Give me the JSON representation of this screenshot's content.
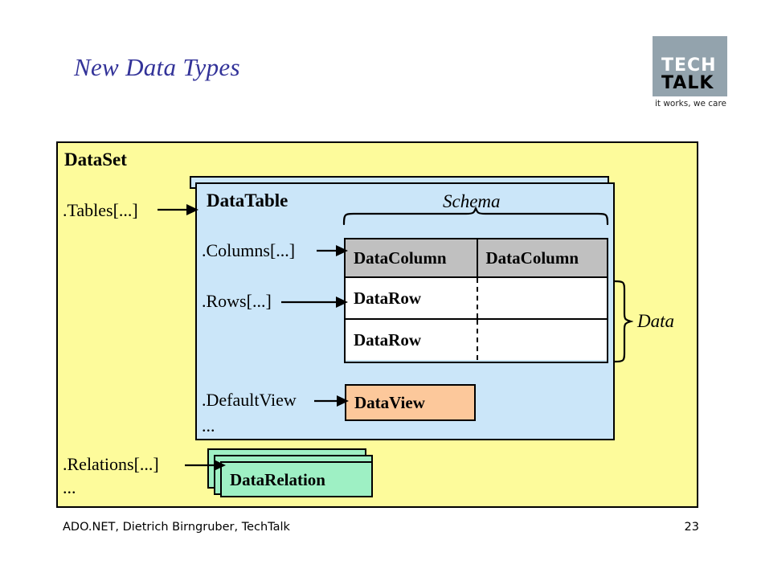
{
  "slide": {
    "title": "New Data Types",
    "title_color": "#333399",
    "background": "#ffffff",
    "page_number": "23",
    "footer": "ADO.NET, Dietrich Birngruber, TechTalk"
  },
  "logo": {
    "line1": "TECH",
    "line2": "TALK",
    "tagline": "it works, we care",
    "box_color": "#93a3ad",
    "line1_color": "#ffffff",
    "line2_color": "#000000"
  },
  "diagram": {
    "dataset": {
      "title": "DataSet",
      "fill": "#fdfb9b",
      "members": [
        {
          "label": ".Tables[...]"
        },
        {
          "label": ".Relations[...]"
        },
        {
          "label": "..."
        }
      ]
    },
    "datatable": {
      "title": "DataTable",
      "fill": "#cbe6f9",
      "members": [
        {
          "label": ".Columns[...]"
        },
        {
          "label": ".Rows[...]"
        },
        {
          "label": ".DefaultView"
        },
        {
          "label": "..."
        }
      ]
    },
    "braces": {
      "schema": "Schema",
      "data": "Data"
    },
    "grid": {
      "header_fill": "#c0c0c0",
      "row_fill": "#ffffff",
      "header_cells": [
        "DataColumn",
        "DataColumn"
      ],
      "rows": [
        [
          "DataRow",
          ""
        ],
        [
          "DataRow",
          ""
        ]
      ]
    },
    "dataview": {
      "label": "DataView",
      "fill": "#fcc89b"
    },
    "datarelation": {
      "label": "DataRelation",
      "fill": "#9ef0c4"
    }
  }
}
